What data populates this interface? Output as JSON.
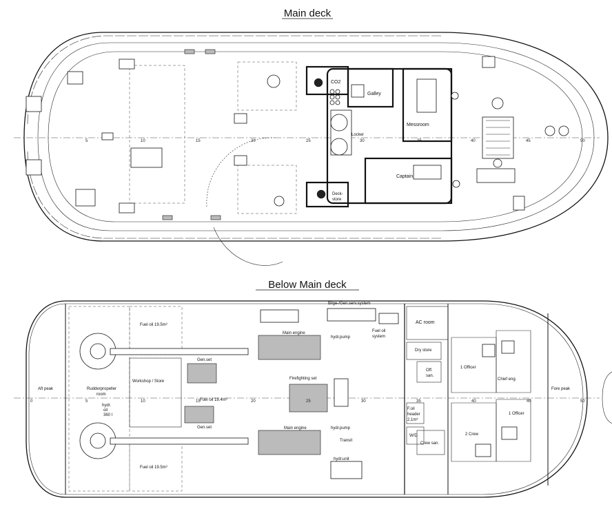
{
  "titles": {
    "main_deck": "Main deck",
    "below_main_deck": "Below Main deck"
  },
  "main_deck": {
    "rooms": {
      "co2": "CO2",
      "galley": "Galley",
      "messroom": "Messroom",
      "locker": "Locker",
      "captain": "Captain",
      "deck_store_1": "Deck-",
      "deck_store_2": "store"
    },
    "frames": [
      "5",
      "10",
      "15",
      "20",
      "25",
      "30",
      "35",
      "40",
      "45",
      "50"
    ]
  },
  "below_deck": {
    "rooms": {
      "fuel_oil_top": "Fuel oil 19.5m³",
      "fuel_oil_bottom": "Fuel oil 19.5m³",
      "fuel_oil_mid": "Fuel oil 18.4m³",
      "bilge": "Bilge-/Gen.serv.system",
      "main_engine_top": "Main engine",
      "main_engine_bottom": "Main engine",
      "hydr_pump_top": "hydr.pump",
      "hydr_pump_bottom": "hydr.pump",
      "fuel_oil_system_1": "Fuel oil",
      "fuel_oil_system_2": "system",
      "ac_room": "AC room",
      "dry_store": "Dry store",
      "gen_set_top": "Gen.set",
      "gen_set_bottom": "Gen.set",
      "firefighting_set": "Firefighting set",
      "officer_1": "1 Officer",
      "chief_eng": "Chief eng.",
      "officer_2": "1 Officer",
      "off_san_1": "Off.",
      "off_san_2": "san.",
      "aft_peak": "Aft peak",
      "fore_peak": "Fore peak",
      "rudderpropeller_1": "Rudderpropeller",
      "rudderpropeller_2": "room",
      "workshop": "Workshop / Store",
      "hydr_oil_1": "hydr.",
      "hydr_oil_2": "oil",
      "hydr_oil_3": "360 l",
      "foil_header_1": "F.oil",
      "foil_header_2": "header",
      "foil_header_3": "2.1m³",
      "wd": "W/D",
      "crew_san": "Crew san.",
      "two_crew": "2 Crew",
      "transit": "Transit",
      "hydr_unit": "hydr.unit"
    },
    "frames": [
      "0",
      "5",
      "10",
      "15",
      "20",
      "25",
      "30",
      "35",
      "40",
      "45",
      "50"
    ]
  }
}
